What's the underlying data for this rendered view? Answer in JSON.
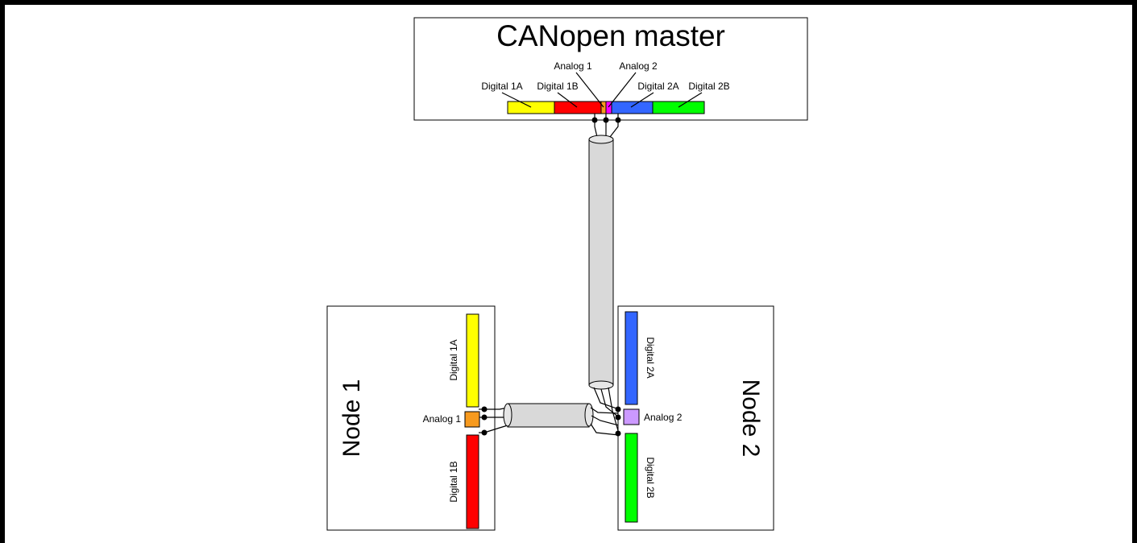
{
  "master": {
    "title": "CANopen master",
    "analog1": "Analog 1",
    "analog2": "Analog 2",
    "digital1a": "Digital 1A",
    "digital1b": "Digital 1B",
    "digital2a": "Digital 2A",
    "digital2b": "Digital 2B"
  },
  "node1": {
    "title": "Node 1",
    "digital1a": "Digital 1A",
    "digital1b": "Digital 1B",
    "analog1": "Analog 1"
  },
  "node2": {
    "title": "Node 2",
    "digital2a": "Digital 2A",
    "digital2b": "Digital 2B",
    "analog2": "Analog 2"
  },
  "colors": {
    "yellow": "#ffff00",
    "red": "#ff0000",
    "orange": "#f79a1e",
    "magenta": "#ff00ff",
    "blue": "#3366ff",
    "green": "#00ff00",
    "lavender": "#cc99ff",
    "cable": "#d9d9d9"
  }
}
